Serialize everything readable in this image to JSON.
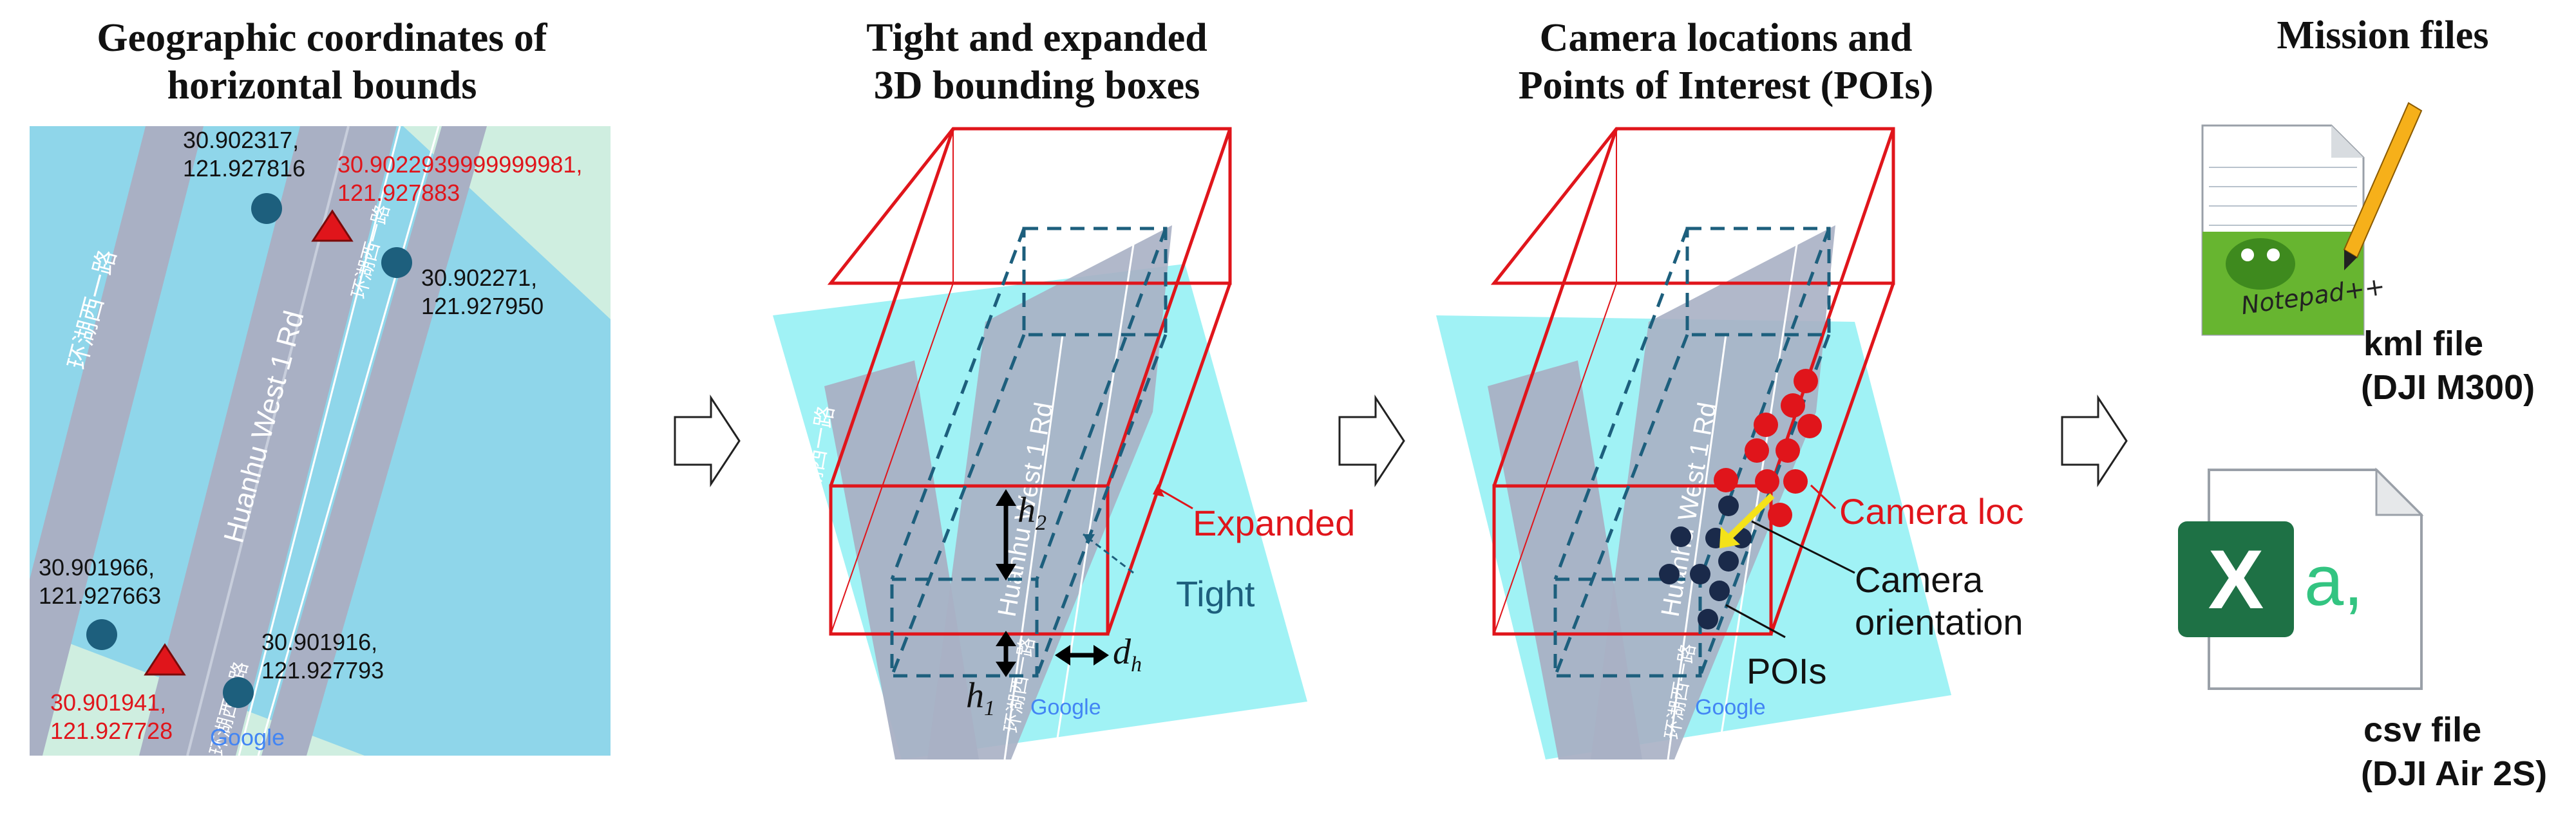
{
  "panels": {
    "p1_title": "Geographic coordinates of horizontal bounds",
    "p2_title_line1": "Tight and expanded",
    "p2_title_line2": "3D bounding boxes",
    "p3_title_line1": "Camera locations and",
    "p3_title_line2": "Points of Interest (POIs)",
    "p4_title": "Mission files"
  },
  "map": {
    "road_name": "Huanhu West 1 Rd",
    "road_cn": "环湖西一路",
    "google": "Google",
    "coords": [
      {
        "line1": "30.902317,",
        "line2": "121.927816",
        "color": "black"
      },
      {
        "line1": "30.9022939999999981,",
        "line2": "121.927883",
        "color": "red"
      },
      {
        "line1": "30.902271,",
        "line2": "121.927950",
        "color": "black"
      },
      {
        "line1": "30.901966,",
        "line2": "121.927663",
        "color": "black"
      },
      {
        "line1": "30.901916,",
        "line2": "121.927793",
        "color": "black"
      },
      {
        "line1": "30.901941,",
        "line2": "121.927728",
        "color": "red"
      }
    ]
  },
  "boxes": {
    "expanded": "Expanded",
    "tight": "Tight",
    "h2": "h",
    "h2_sub": "2",
    "h1": "h",
    "h1_sub": "1",
    "dh": "d",
    "dh_sub": "h"
  },
  "cameras": {
    "camera_loc": "Camera loc",
    "orientation_line1": "Camera",
    "orientation_line2": "orientation",
    "pois": "POIs"
  },
  "files": {
    "notepad_text": "Notepad++",
    "kml_line1": "kml file",
    "kml_line2": "(DJI M300)",
    "excel_letter": "X",
    "excel_suffix": "a,",
    "csv_line1": "csv file",
    "csv_line2": "(DJI Air 2S)"
  },
  "colors": {
    "red": "#e0151b",
    "water": "#8fd6ea",
    "green": "#cfeee0",
    "road": "#a9b0c4",
    "cyan_plane": "#8ff0f3",
    "dark_dot": "#1a2a4a",
    "teal_dot": "#1d5f7d",
    "excel_green": "#1e7145"
  }
}
